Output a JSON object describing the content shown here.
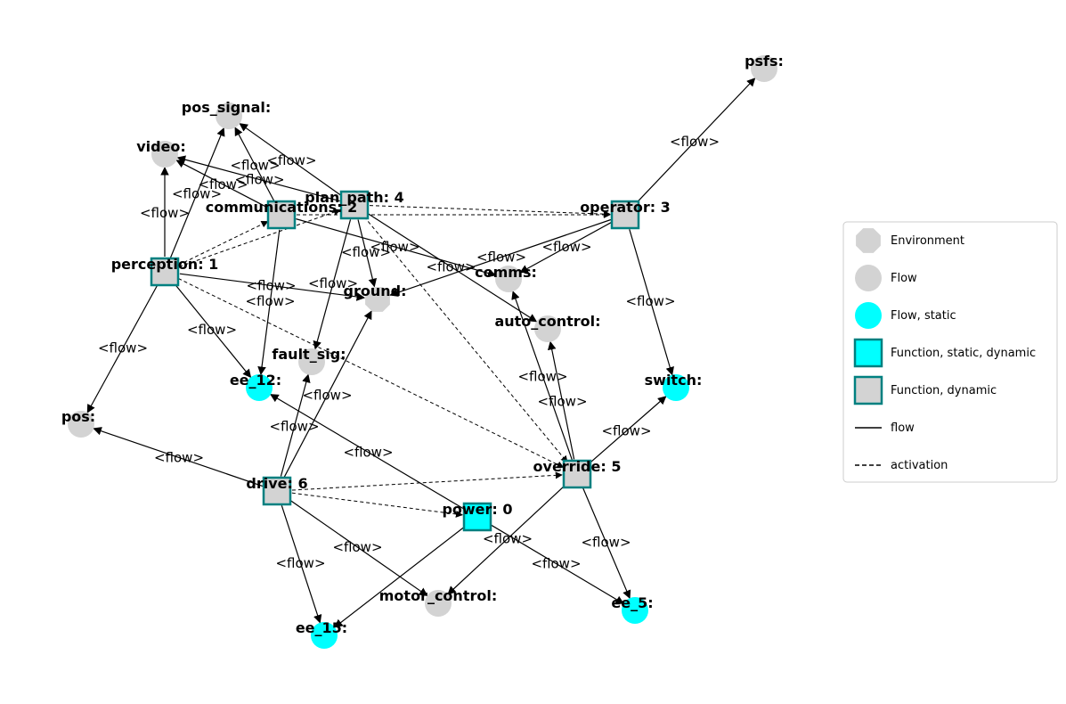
{
  "diagram": {
    "colors": {
      "flow": "#d3d3d3",
      "static": "#00ffff",
      "function_fill": "#d3d3d3",
      "function_static_fill": "#00ffff",
      "function_border": "#008080",
      "edge": "#000000"
    },
    "nodes": [
      {
        "id": "psfs",
        "label": "psfs:",
        "type": "flow"
      },
      {
        "id": "pos_signal",
        "label": "pos_signal:",
        "type": "flow"
      },
      {
        "id": "video",
        "label": "video:",
        "type": "flow"
      },
      {
        "id": "plan_path",
        "label": "plan_path: 4",
        "type": "function"
      },
      {
        "id": "communications",
        "label": "communications: 2",
        "type": "function"
      },
      {
        "id": "operator",
        "label": "operator: 3",
        "type": "function"
      },
      {
        "id": "perception",
        "label": "perception: 1",
        "type": "function"
      },
      {
        "id": "comms",
        "label": "comms:",
        "type": "flow"
      },
      {
        "id": "ground",
        "label": "ground:",
        "type": "environment"
      },
      {
        "id": "auto_control",
        "label": "auto_control:",
        "type": "flow"
      },
      {
        "id": "fault_sig",
        "label": "fault_sig:",
        "type": "flow"
      },
      {
        "id": "ee_12",
        "label": "ee_12:",
        "type": "flow_static"
      },
      {
        "id": "switch",
        "label": "switch:",
        "type": "flow_static"
      },
      {
        "id": "pos",
        "label": "pos:",
        "type": "flow"
      },
      {
        "id": "override",
        "label": "override: 5",
        "type": "function"
      },
      {
        "id": "drive",
        "label": "drive: 6",
        "type": "function"
      },
      {
        "id": "power",
        "label": "power: 0",
        "type": "function_static"
      },
      {
        "id": "motor_control",
        "label": "motor_control:",
        "type": "flow"
      },
      {
        "id": "ee_5",
        "label": "ee_5:",
        "type": "flow_static"
      },
      {
        "id": "ee_15",
        "label": "ee_15:",
        "type": "flow_static"
      }
    ],
    "edges": [
      {
        "from": "operator",
        "to": "psfs",
        "kind": "flow",
        "label": "<flow>"
      },
      {
        "from": "operator",
        "to": "comms",
        "kind": "flow",
        "label": "<flow>"
      },
      {
        "from": "operator",
        "to": "ground",
        "kind": "flow",
        "label": "<flow>"
      },
      {
        "from": "operator",
        "to": "switch",
        "kind": "flow",
        "label": "<flow>"
      },
      {
        "from": "plan_path",
        "to": "pos_signal",
        "kind": "flow",
        "label": "<flow>"
      },
      {
        "from": "plan_path",
        "to": "video",
        "kind": "flow",
        "label": "<flow>"
      },
      {
        "from": "plan_path",
        "to": "fault_sig",
        "kind": "flow",
        "label": "<flow>"
      },
      {
        "from": "plan_path",
        "to": "ground",
        "kind": "flow",
        "label": "<flow>"
      },
      {
        "from": "plan_path",
        "to": "auto_control",
        "kind": "flow",
        "label": "<flow>"
      },
      {
        "from": "communications",
        "to": "pos_signal",
        "kind": "flow",
        "label": "<flow>"
      },
      {
        "from": "communications",
        "to": "video",
        "kind": "flow",
        "label": "<flow>"
      },
      {
        "from": "communications",
        "to": "comms",
        "kind": "flow",
        "label": "<flow>"
      },
      {
        "from": "communications",
        "to": "ee_12",
        "kind": "flow",
        "label": "<flow>"
      },
      {
        "from": "perception",
        "to": "video",
        "kind": "flow",
        "label": "<flow>"
      },
      {
        "from": "perception",
        "to": "pos_signal",
        "kind": "flow",
        "label": "<flow>"
      },
      {
        "from": "perception",
        "to": "ground",
        "kind": "flow",
        "label": "<flow>"
      },
      {
        "from": "perception",
        "to": "ee_12",
        "kind": "flow",
        "label": "<flow>"
      },
      {
        "from": "perception",
        "to": "pos",
        "kind": "flow",
        "label": "<flow>"
      },
      {
        "from": "override",
        "to": "comms",
        "kind": "flow",
        "label": "<flow>"
      },
      {
        "from": "override",
        "to": "auto_control",
        "kind": "flow",
        "label": "<flow>"
      },
      {
        "from": "override",
        "to": "switch",
        "kind": "flow",
        "label": "<flow>"
      },
      {
        "from": "override",
        "to": "motor_control",
        "kind": "flow",
        "label": "<flow>"
      },
      {
        "from": "override",
        "to": "ee_5",
        "kind": "flow",
        "label": "<flow>"
      },
      {
        "from": "drive",
        "to": "pos",
        "kind": "flow",
        "label": "<flow>"
      },
      {
        "from": "drive",
        "to": "fault_sig",
        "kind": "flow",
        "label": "<flow>"
      },
      {
        "from": "drive",
        "to": "ground",
        "kind": "flow",
        "label": "<flow>"
      },
      {
        "from": "drive",
        "to": "ee_15",
        "kind": "flow",
        "label": "<flow>"
      },
      {
        "from": "drive",
        "to": "motor_control",
        "kind": "flow",
        "label": "<flow>"
      },
      {
        "from": "power",
        "to": "ee_12",
        "kind": "flow",
        "label": "<flow>"
      },
      {
        "from": "power",
        "to": "ee_5",
        "kind": "flow",
        "label": "<flow>"
      },
      {
        "from": "power",
        "to": "ee_15",
        "kind": "flow",
        "label": ""
      },
      {
        "from": "communications",
        "to": "operator",
        "kind": "activation",
        "label": ""
      },
      {
        "from": "plan_path",
        "to": "operator",
        "kind": "activation",
        "label": ""
      },
      {
        "from": "perception",
        "to": "communications",
        "kind": "activation",
        "label": ""
      },
      {
        "from": "perception",
        "to": "plan_path",
        "kind": "activation",
        "label": ""
      },
      {
        "from": "perception",
        "to": "override",
        "kind": "activation",
        "label": ""
      },
      {
        "from": "plan_path",
        "to": "override",
        "kind": "activation",
        "label": ""
      },
      {
        "from": "drive",
        "to": "override",
        "kind": "activation",
        "label": ""
      },
      {
        "from": "drive",
        "to": "power",
        "kind": "activation",
        "label": ""
      }
    ]
  },
  "legend": {
    "items": [
      {
        "label": "Environment",
        "symbol": "octagon"
      },
      {
        "label": "Flow",
        "symbol": "circle"
      },
      {
        "label": "Flow, static",
        "symbol": "circle-static"
      },
      {
        "label": "Function, static, dynamic",
        "symbol": "square-static"
      },
      {
        "label": "Function, dynamic",
        "symbol": "square"
      },
      {
        "label": "flow",
        "symbol": "line-solid"
      },
      {
        "label": "activation",
        "symbol": "line-dashed"
      }
    ]
  }
}
